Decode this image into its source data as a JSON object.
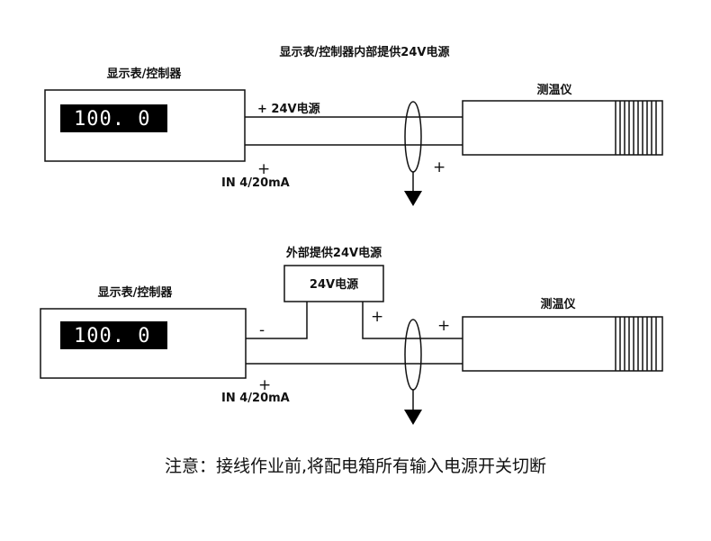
{
  "top": {
    "title": "显示表/控制器内部提供24V电源",
    "meter_label": "显示表/控制器",
    "display_value": "100. 0",
    "plus_power_label": "+ 24V电源",
    "plus_sym": "+",
    "input_label": "IN 4/20mA",
    "sensor_plus": "+",
    "sensor_label": "测温仪"
  },
  "bottom": {
    "supply_title": "外部提供24V电源",
    "supply_box_label": "24V电源",
    "meter_label": "显示表/控制器",
    "display_value": "100. 0",
    "minus_sym": "-",
    "supply_plus": "+",
    "sensor_plus": "+",
    "plus_sym": "+",
    "input_label": "IN 4/20mA",
    "sensor_label": "测温仪"
  },
  "note": "注意：接线作业前,将配电箱所有输入电源开关切断"
}
